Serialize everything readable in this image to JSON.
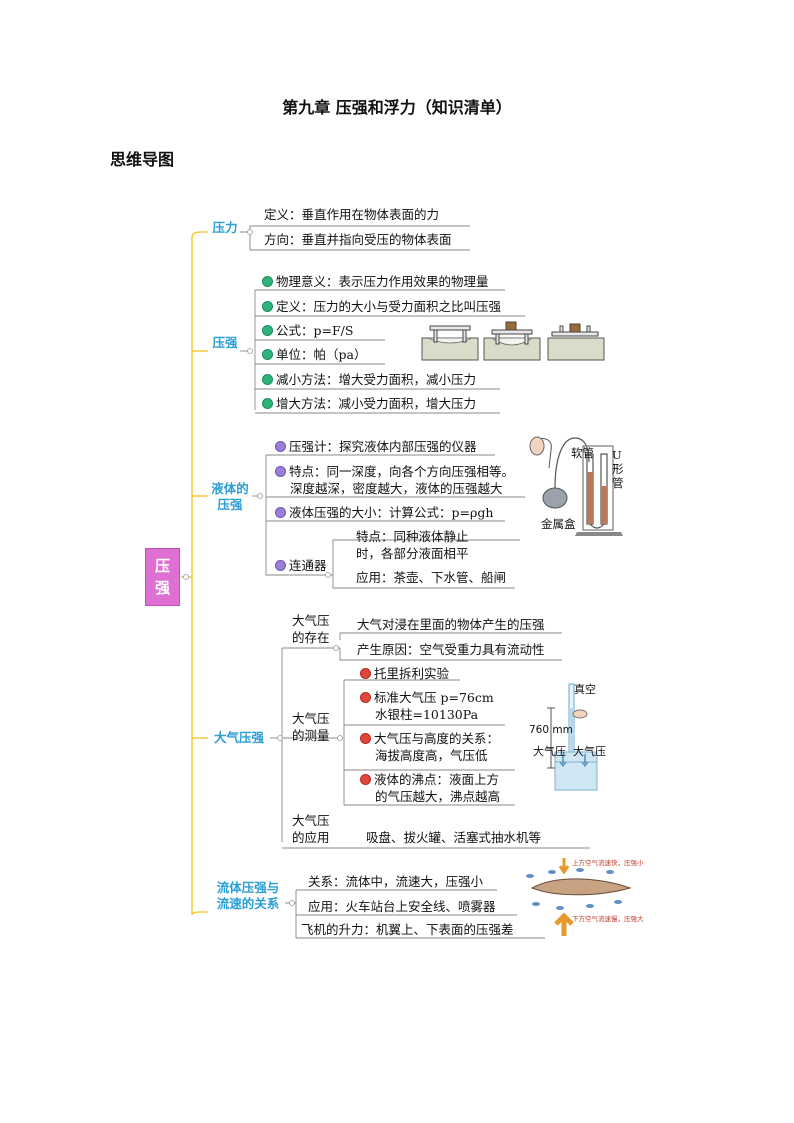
{
  "title": "第九章  压强和浮力（知识清单）",
  "subtitle": "思维导图",
  "root": {
    "line1": "压",
    "line2": "强"
  },
  "pressure_force": {
    "label": "压力",
    "items": [
      "定义：垂直作用在物体表面的力",
      "方向：垂直并指向受压的物体表面"
    ]
  },
  "pressure": {
    "label": "压强",
    "items": [
      "物理意义：表示压力作用效果的物理量",
      "定义：压力的大小与受力面积之比叫压强",
      "公式：p=F/S",
      "单位：帕（pa）",
      "减小方法：增大受力面积，减小压力",
      "增大方法：减小受力面积，增大压力"
    ]
  },
  "liquid": {
    "label_line1": "液体的",
    "label_line2": "压强",
    "gauge": "压强计：探究液体内部压强的仪器",
    "feature_line1": "特点：同一深度，向各个方向压强相等。",
    "feature_line2": "深度越深，密度越大，液体的压强越大",
    "formula": "液体压强的大小：计算公式：p=ρgh",
    "connector": "连通器",
    "conn_feature_line1": "特点：同种液体静止",
    "conn_feature_line2": "时，各部分液面相平",
    "conn_use": "应用：茶壶、下水管、船闸",
    "img_soft_tube": "软管",
    "img_utube": [
      "U",
      "形",
      "管"
    ],
    "img_metal_box": "金属盒"
  },
  "atmosphere": {
    "label": "大气压强",
    "exist_label_line1": "大气压",
    "exist_label_line2": "的存在",
    "exist_items": [
      "大气对浸在里面的物体产生的压强",
      "产生原因：空气受重力具有流动性"
    ],
    "measure_label_line1": "大气压",
    "measure_label_line2": "的测量",
    "torricelli": "托里拆利实验",
    "std_line1": "标准大气压 p=76cm",
    "std_line2": "水银柱=10130Pa",
    "height_line1": "大气压与高度的关系：",
    "height_line2": "海拔高度高，气压低",
    "boil_line1": "液体的沸点：液面上方",
    "boil_line2": "的气压越大，沸点越高",
    "app_label_line1": "大气压",
    "app_label_line2": "的应用",
    "app_item": "吸盘、拔火罐、活塞式抽水机等",
    "img_vacuum": "真空",
    "img_760": "760 mm",
    "img_atm_left": "大气压",
    "img_atm_right": "大气压"
  },
  "fluid": {
    "label_line1": "流体压强与",
    "label_line2": "流速的关系",
    "items": [
      "关系：流体中，流速大，压强小",
      "应用：火车站台上安全线、喷雾器",
      "飞机的升力：机翼上、下表面的压强差"
    ],
    "img_top_note": "上方空气流速快，压强小",
    "img_bottom_note": "下方空气流速慢，压强大"
  },
  "colors": {
    "branch": "#f0c419",
    "label": "#2a9fd6",
    "root": "#de6fd3",
    "dot_green": "#2fb27a",
    "dot_purple": "#9a7fd6",
    "dot_red": "#e0463a"
  }
}
